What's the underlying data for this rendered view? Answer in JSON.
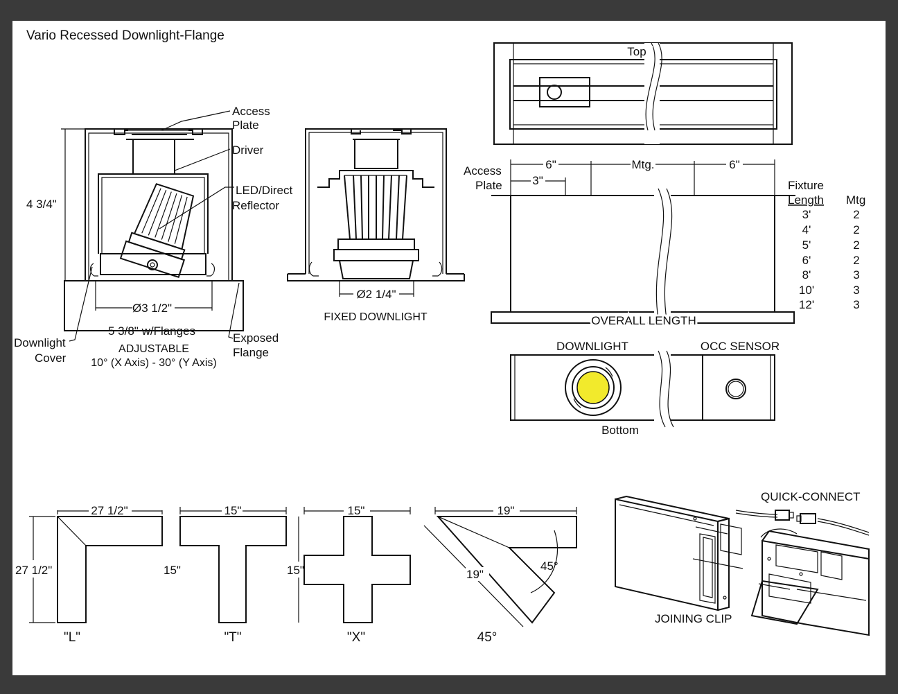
{
  "title": "Vario Recessed Downlight-Flange",
  "adjustable": {
    "labels": {
      "access_plate_1": "Access",
      "access_plate_2": "Plate",
      "driver": "Driver",
      "led_1": "LED/Direct",
      "led_2": "Reflector",
      "height": "4 3/4\"",
      "aperture": "Ø3 1/2\"",
      "width": "5 3/8\" w/Flanges",
      "cover_1": "Downlight",
      "cover_2": "Cover",
      "flange_1": "Exposed",
      "flange_2": "Flange",
      "caption": "ADJUSTABLE",
      "caption_sub": "10° (X Axis)  -  30° (Y Axis)"
    }
  },
  "fixed": {
    "aperture": "Ø2 1/4\"",
    "caption": "FIXED DOWNLIGHT"
  },
  "top_view": {
    "label": "Top"
  },
  "side_view": {
    "access_1": "Access",
    "access_2": "Plate",
    "dim_6_left": "6\"",
    "dim_mtg": "Mtg.",
    "dim_6_right": "6\"",
    "dim_3": "3\"",
    "overall": "OVERALL LENGTH"
  },
  "mounting_table": {
    "header_length_1": "Fixture",
    "header_length_2": "Length",
    "header_mtg": "Mtg",
    "rows": [
      {
        "length": "3'",
        "mtg": "2"
      },
      {
        "length": "4'",
        "mtg": "2"
      },
      {
        "length": "5'",
        "mtg": "2"
      },
      {
        "length": "6'",
        "mtg": "2"
      },
      {
        "length": "8'",
        "mtg": "3"
      },
      {
        "length": "10'",
        "mtg": "3"
      },
      {
        "length": "12'",
        "mtg": "3"
      }
    ]
  },
  "bottom_view": {
    "downlight": "DOWNLIGHT",
    "occ_sensor": "OCC SENSOR",
    "label": "Bottom",
    "lamp_color": "#f2ea2c"
  },
  "connectors": {
    "l": {
      "top": "27 1/2\"",
      "side": "27 1/2\"",
      "caption": "\"L\""
    },
    "t": {
      "top": "15\"",
      "side": "15\"",
      "caption": "\"T\""
    },
    "x": {
      "top": "15\"",
      "side": "15\"",
      "caption": "\"X\""
    },
    "d45": {
      "top": "19\"",
      "side": "19\"",
      "angle": "45°",
      "caption": "45°"
    }
  },
  "joining": {
    "quick_connect": "QUICK-CONNECT",
    "joining_clip": "JOINING CLIP"
  }
}
